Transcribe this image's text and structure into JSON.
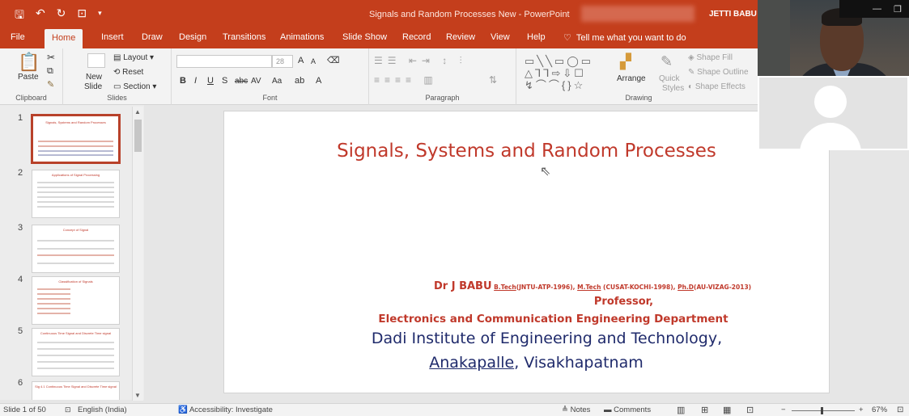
{
  "titlebar": {
    "doc_title": "Signals and Random Processes New - PowerPoint",
    "user_name": "JETTI BABU",
    "qat_icons": [
      "save-icon",
      "undo-icon",
      "redo-icon",
      "present-icon"
    ]
  },
  "tabs": [
    "File",
    "Home",
    "Insert",
    "Draw",
    "Design",
    "Transitions",
    "Animations",
    "Slide Show",
    "Record",
    "Review",
    "View",
    "Help"
  ],
  "active_tab": "Home",
  "tell_me": "Tell me what you want to do",
  "ribbon": {
    "clipboard": {
      "paste": "Paste",
      "label": "Clipboard"
    },
    "slides": {
      "new_slide_1": "New",
      "new_slide_2": "Slide",
      "layout": "Layout",
      "reset": "Reset",
      "section": "Section",
      "label": "Slides"
    },
    "font": {
      "size": "28",
      "grow": "A",
      "shrink": "A",
      "bold": "B",
      "italic": "I",
      "underline": "U",
      "shadow": "S",
      "strike": "abc",
      "spacing": "AV",
      "case": "Aa",
      "color": "A",
      "label": "Font"
    },
    "paragraph": {
      "label": "Paragraph"
    },
    "drawing": {
      "arrange": "Arrange",
      "quick_1": "Quick",
      "quick_2": "Styles",
      "shape_fill": "Shape Fill",
      "shape_outline": "Shape Outline",
      "shape_effects": "Shape Effects",
      "label": "Drawing"
    }
  },
  "slides_panel": {
    "numbers": [
      "1",
      "2",
      "3",
      "4",
      "5",
      "6"
    ],
    "thumb_titles": [
      "Signals, Systems and Random Processes",
      "Applications of Signal Processing",
      "Concept of Signal",
      "Classification of Signals",
      "Continuous Time Signal and Discrete Time signal",
      "Sig 4.1 Continuous Time Signal and Discrete Time signal"
    ]
  },
  "slide": {
    "title": "Signals, Systems and Random Processes",
    "name": "Dr J BABU",
    "quals": {
      "q1": "B.Tech",
      "q1_rest": "(JNTU-ATP-1996), ",
      "q2": "M.Tech",
      "q2_rest": " (CUSAT-KOCHI-1998), ",
      "q3": "Ph.D",
      "q3_rest": "(AU-VIZAG-2013)"
    },
    "position": "Professor,",
    "department": "Electronics and Communication Engineering Department",
    "institute": "Dadi Institute of Engineering and Technology,",
    "address_u": "Anakapalle",
    "address_rest": ", Visakhapatnam"
  },
  "status": {
    "slide_count": "Slide 1 of 50",
    "language": "English (India)",
    "accessibility": "Accessibility: Investigate",
    "notes": "Notes",
    "comments": "Comments",
    "zoom": "67%"
  }
}
